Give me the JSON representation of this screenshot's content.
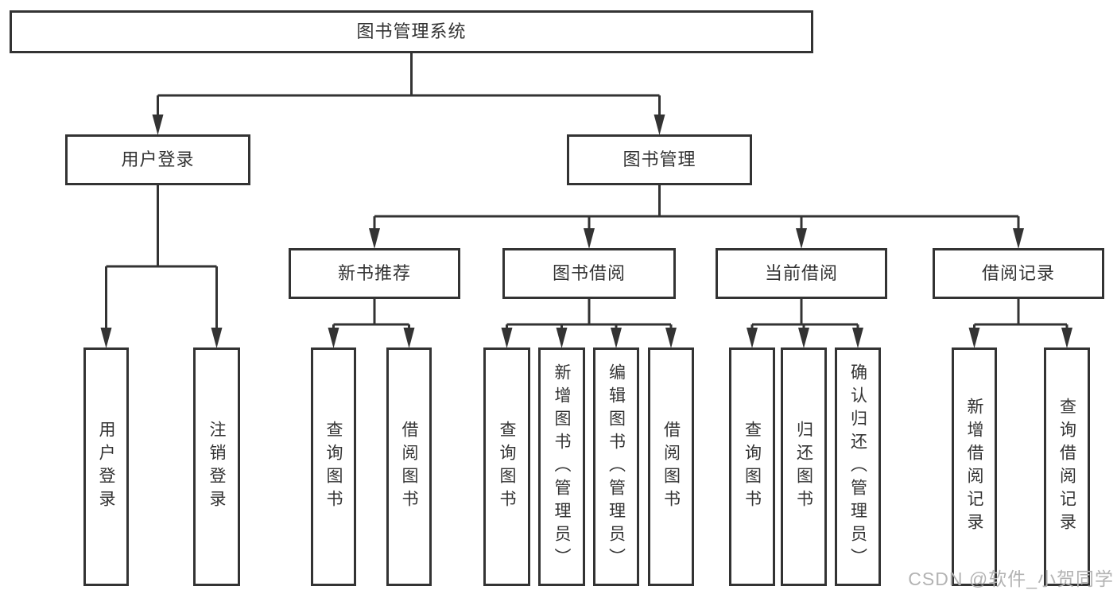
{
  "diagram": {
    "root": "图书管理系统",
    "branches": [
      {
        "label": "用户登录",
        "children": [
          "用户登录",
          "注销登录"
        ]
      },
      {
        "label": "图书管理",
        "sections": [
          {
            "label": "新书推荐",
            "children": [
              "查询图书",
              "借阅图书"
            ]
          },
          {
            "label": "图书借阅",
            "children": [
              "查询图书",
              "新增图书（管理员）",
              "编辑图书（管理员）",
              "借阅图书"
            ]
          },
          {
            "label": "当前借阅",
            "children": [
              "查询图书",
              "归还图书",
              "确认归还（管理员）"
            ]
          },
          {
            "label": "借阅记录",
            "children": [
              "新增借阅记录",
              "查询借阅记录"
            ]
          }
        ]
      }
    ]
  },
  "watermark": {
    "text": "CSDN @软件_小贺同学"
  },
  "colors": {
    "line": "#333333",
    "box_border": "#333333",
    "text": "#333333",
    "watermark_text": "#b3b3b3",
    "background": "#ffffff"
  }
}
